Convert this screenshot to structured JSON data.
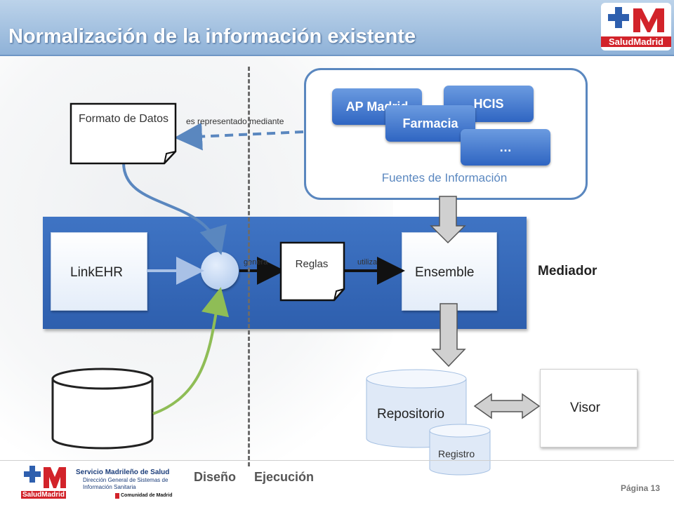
{
  "header": {
    "title": "Normalización de la información existente",
    "logo_text": "SaludMadrid"
  },
  "sources": {
    "label": "Fuentes de Información",
    "items": [
      {
        "label": "AP Madrid"
      },
      {
        "label": "HCIS"
      },
      {
        "label": "Farmacia"
      },
      {
        "label": "…"
      }
    ]
  },
  "formato": {
    "label": "Formato de Datos"
  },
  "edges": {
    "represented": "es representado mediante",
    "genera": "genera",
    "utiliza": "utiliza"
  },
  "mediator": {
    "label": "Mediador",
    "linkehr": "LinkEHR",
    "reglas": "Reglas",
    "ensemble": "Ensemble"
  },
  "storage": {
    "repositorio": "Repositorio",
    "registro": "Registro",
    "visor": "Visor"
  },
  "footer": {
    "design": "Diseño",
    "execution": "Ejecución",
    "page": "Página 13",
    "org_name": "Servicio Madrileño de Salud",
    "org_sub": "Dirección General de Sistemas de Información Sanitaria",
    "cm": "Comunidad de Madrid",
    "logo_text": "SaludMadrid"
  },
  "colors": {
    "accent_blue": "#2f65c2",
    "header_blue": "#8fb2d8",
    "green_arrow": "#8fbd56",
    "brand_red": "#d2232a"
  }
}
